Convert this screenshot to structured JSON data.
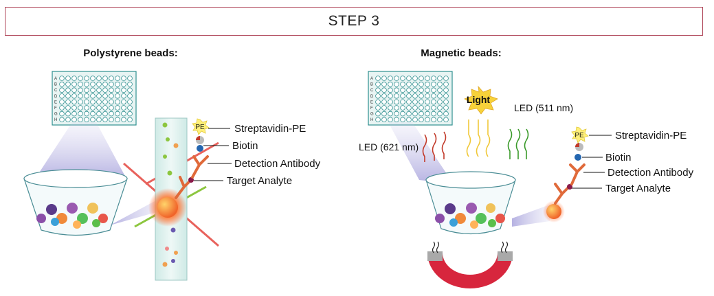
{
  "banner": {
    "title": "STEP 3"
  },
  "polystyrene": {
    "title": "Polystyrene beads:",
    "labels": {
      "streptavidin": "Streptavidin-PE",
      "biotin": "Biotin",
      "detection": "Detection Antibody",
      "analyte": "Target Analyte",
      "pe": "PE"
    }
  },
  "magnetic": {
    "title": "Magnetic beads:",
    "led_red": "LED (621 nm)",
    "led_green": "LED (511 nm)",
    "light": "Light",
    "labels": {
      "streptavidin": "Streptavidin-PE",
      "biotin": "Biotin",
      "detection": "Detection Antibody",
      "analyte": "Target Analyte",
      "pe": "PE"
    }
  },
  "plate_rows": [
    "A",
    "B",
    "C",
    "D",
    "E",
    "F",
    "G",
    "H"
  ],
  "colors": {
    "banner_border": "#b0475a",
    "plate": "#2f8f8f",
    "laser_red": "#e8625c",
    "laser_green": "#8cc63f",
    "magnet_red": "#d7263d",
    "magnet_gray": "#a9a9a9",
    "pe_star": "#fff07a"
  }
}
